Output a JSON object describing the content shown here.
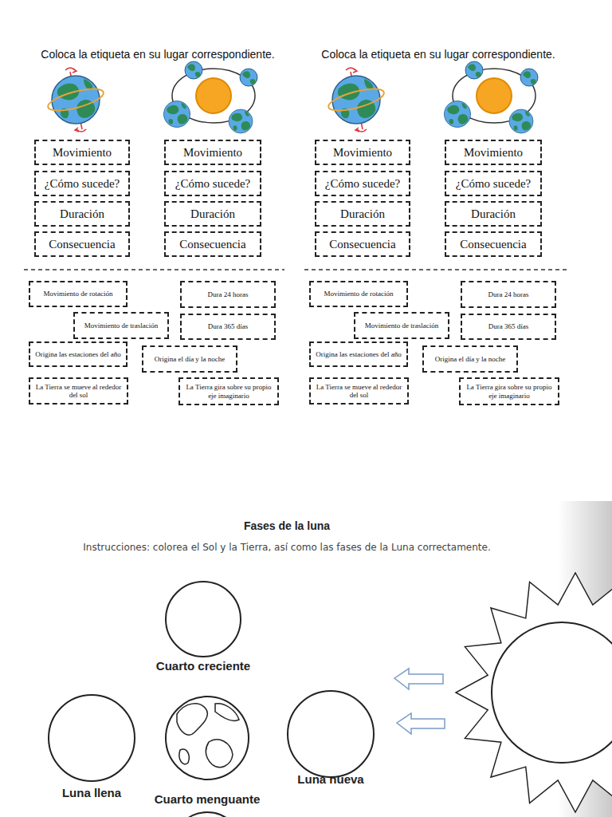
{
  "diagram": {
    "title": "Fases de la luna",
    "nodes": [
      {
        "text": [
          "Movimiento"
        ]
      },
      {
        "text": [
          "Movimiento"
        ]
      },
      {
        "text": [
          "¿Cómo sucede?"
        ]
      },
      {
        "text": [
          "¿Cómo sucede?"
        ]
      },
      {
        "text": [
          "Duración"
        ]
      },
      {
        "text": [
          "Duración"
        ]
      },
      {
        "text": [
          "Consecuencia"
        ]
      },
      {
        "text": [
          "Consecuencia"
        ]
      },
      {
        "text": [
          "Movimiento de rotación"
        ]
      },
      {
        "text": [
          "Dura 24 horas"
        ]
      },
      {
        "text": [
          "Movimiento de traslación"
        ]
      },
      {
        "text": [
          "Dura 365 días"
        ]
      },
      {
        "text": [
          "Origina las estaciones del año"
        ]
      },
      {
        "text": [
          "Origina el día y la noche"
        ]
      },
      {
        "text": [
          "La Tierra se mueve al rededor del sol"
        ]
      },
      {
        "text": [
          "La Tierra gira sobre su propio eje imaginario"
        ]
      },
      {
        "text": [
          "Movimiento"
        ]
      },
      {
        "text": [
          "Movimiento"
        ]
      },
      {
        "text": [
          "¿Cómo sucede?"
        ]
      },
      {
        "text": [
          "¿Cómo sucede?"
        ]
      },
      {
        "text": [
          "Duración"
        ]
      },
      {
        "text": [
          "Duración"
        ]
      },
      {
        "text": [
          "Consecuencia"
        ]
      },
      {
        "text": [
          "Consecuencia"
        ]
      },
      {
        "text": [
          "Movimiento de rotación"
        ]
      },
      {
        "text": [
          "Dura 24 horas"
        ]
      },
      {
        "text": [
          "Movimiento de traslación"
        ]
      },
      {
        "text": [
          "Dura 365 días"
        ]
      },
      {
        "text": [
          "Origina las estaciones del año"
        ]
      },
      {
        "text": [
          "Origina el día y la noche"
        ]
      },
      {
        "text": [
          "La Tierra se mueve al rededor del sol"
        ]
      },
      {
        "text": [
          "La Tierra gira sobre su propio eje imaginario"
        ]
      },
      {
        "text": [
          "Cuarto creciente"
        ]
      },
      {
        "text": [
          "Luna llena"
        ]
      },
      {
        "text": [
          "Luna nueva"
        ]
      },
      {
        "text": [
          "Cuarto menguante"
        ]
      }
    ],
    "labels": [
      "Coloca la etiqueta en su lugar correspondiente.",
      "Coloca la etiqueta en su lugar correspondiente.",
      "Instrucciones: colorea el Sol y la Tierra, así como las fases de la Luna correctamente."
    ]
  }
}
